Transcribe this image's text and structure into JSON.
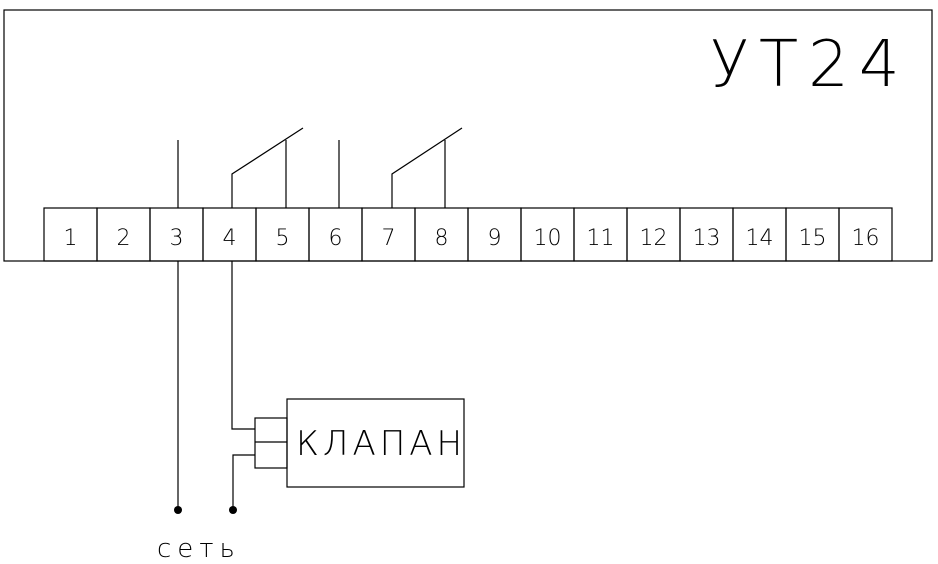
{
  "device": {
    "title": "УТ24",
    "terminals": [
      "1",
      "2",
      "3",
      "4",
      "5",
      "6",
      "7",
      "8",
      "9",
      "10",
      "11",
      "12",
      "13",
      "14",
      "15",
      "16"
    ]
  },
  "valve": {
    "label": "КЛАПАН"
  },
  "network": {
    "label": "сеть"
  }
}
